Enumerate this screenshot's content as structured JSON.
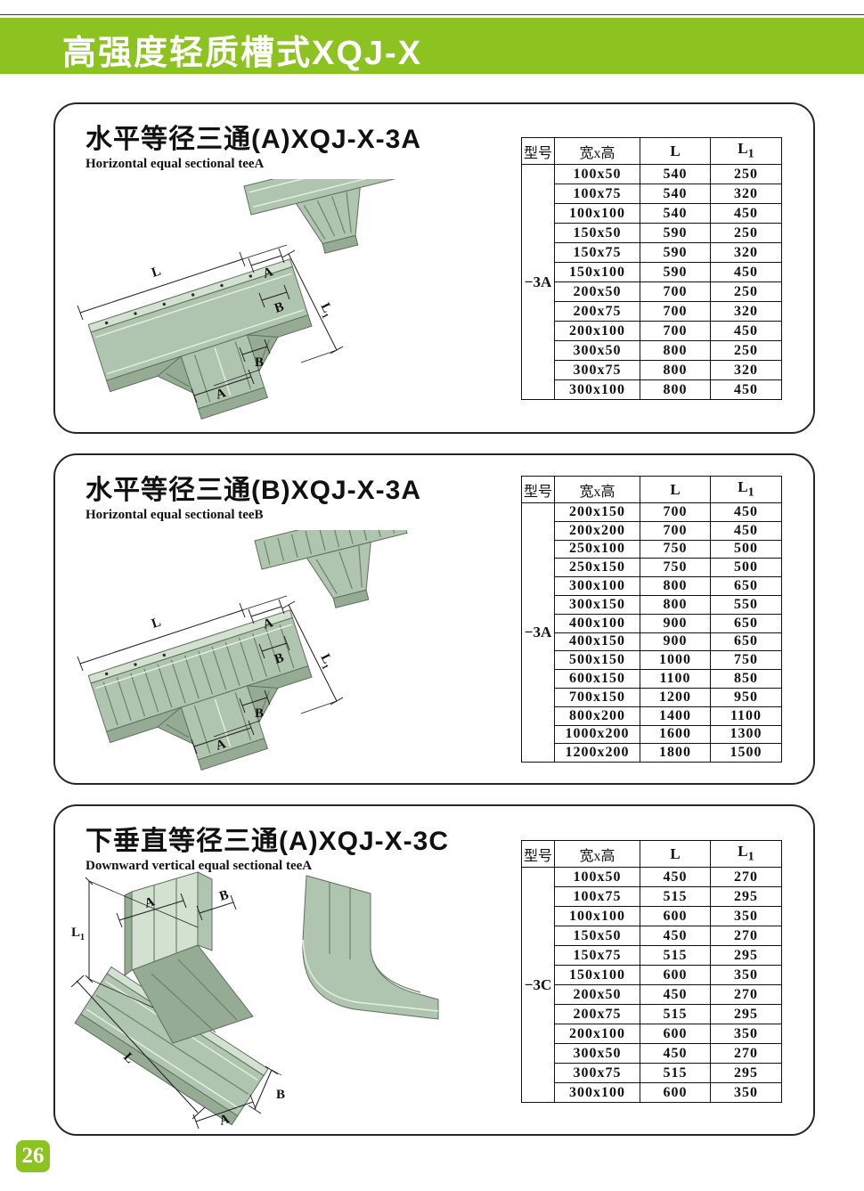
{
  "header": {
    "title": "高强度轻质槽式XQJ-X",
    "accent_color": "#8cc321"
  },
  "page_number": "26",
  "table_headers": {
    "model": "型号",
    "size": "宽x高",
    "l": "L",
    "l1_main": "L",
    "l1_sub": "1"
  },
  "diagram_labels": {
    "l": "L",
    "a": "A",
    "b": "B",
    "l1_main": "L",
    "l1_sub": "1"
  },
  "sections": [
    {
      "title_zh": "水平等径三通(A)XQJ-X-3A",
      "title_en": "Horizontal equal sectional teeA",
      "model": "−3A",
      "rows": [
        [
          "100x50",
          "540",
          "250"
        ],
        [
          "100x75",
          "540",
          "320"
        ],
        [
          "100x100",
          "540",
          "450"
        ],
        [
          "150x50",
          "590",
          "250"
        ],
        [
          "150x75",
          "590",
          "320"
        ],
        [
          "150x100",
          "590",
          "450"
        ],
        [
          "200x50",
          "700",
          "250"
        ],
        [
          "200x75",
          "700",
          "320"
        ],
        [
          "200x100",
          "700",
          "450"
        ],
        [
          "300x50",
          "800",
          "250"
        ],
        [
          "300x75",
          "800",
          "320"
        ],
        [
          "300x100",
          "800",
          "450"
        ]
      ]
    },
    {
      "title_zh": "水平等径三通(B)XQJ-X-3A",
      "title_en": "Horizontal equal sectional teeB",
      "model": "−3A",
      "rows": [
        [
          "200x150",
          "700",
          "450"
        ],
        [
          "200x200",
          "700",
          "450"
        ],
        [
          "250x100",
          "750",
          "500"
        ],
        [
          "250x150",
          "750",
          "500"
        ],
        [
          "300x100",
          "800",
          "650"
        ],
        [
          "300x150",
          "800",
          "550"
        ],
        [
          "400x100",
          "900",
          "650"
        ],
        [
          "400x150",
          "900",
          "650"
        ],
        [
          "500x150",
          "1000",
          "750"
        ],
        [
          "600x150",
          "1100",
          "850"
        ],
        [
          "700x150",
          "1200",
          "950"
        ],
        [
          "800x200",
          "1400",
          "1100"
        ],
        [
          "1000x200",
          "1600",
          "1300"
        ],
        [
          "1200x200",
          "1800",
          "1500"
        ]
      ]
    },
    {
      "title_zh": "下垂直等径三通(A)XQJ-X-3C",
      "title_en": "Downward vertical equal sectional teeA",
      "model": "−3C",
      "rows": [
        [
          "100x50",
          "450",
          "270"
        ],
        [
          "100x75",
          "515",
          "295"
        ],
        [
          "100x100",
          "600",
          "350"
        ],
        [
          "150x50",
          "450",
          "270"
        ],
        [
          "150x75",
          "515",
          "295"
        ],
        [
          "150x100",
          "600",
          "350"
        ],
        [
          "200x50",
          "450",
          "270"
        ],
        [
          "200x75",
          "515",
          "295"
        ],
        [
          "200x100",
          "600",
          "350"
        ],
        [
          "300x50",
          "450",
          "270"
        ],
        [
          "300x75",
          "515",
          "295"
        ],
        [
          "300x100",
          "600",
          "350"
        ]
      ]
    }
  ]
}
